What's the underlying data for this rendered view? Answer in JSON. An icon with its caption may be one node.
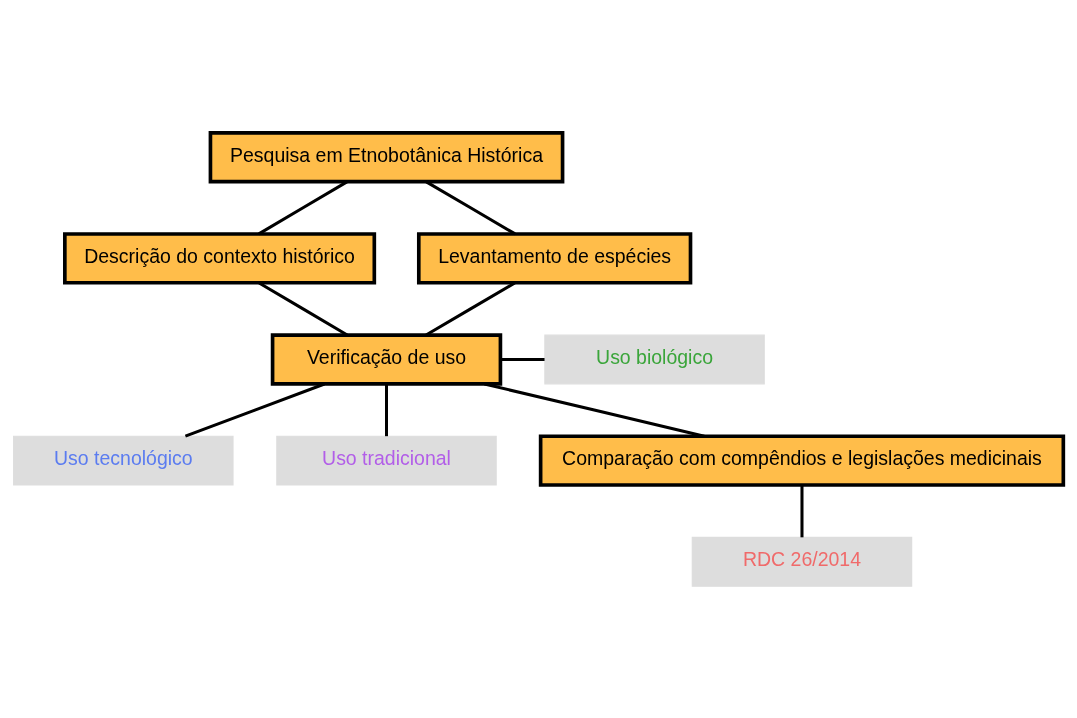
{
  "diagram": {
    "nodes": [
      {
        "text": [
          "Pesquisa em Etnobotânica Histórica"
        ]
      },
      {
        "text": [
          "Descrição do contexto histórico"
        ]
      },
      {
        "text": [
          "Levantamento de espécies"
        ]
      },
      {
        "text": [
          "Verificação de uso"
        ]
      },
      {
        "text": [
          "Uso tecnológico"
        ]
      },
      {
        "text": [
          "Uso biológico"
        ]
      },
      {
        "text": [
          "Uso tradicional"
        ]
      },
      {
        "text": [
          "Comparação com compêndios e legislações medicinais"
        ]
      },
      {
        "text": [
          "RDC 26/2014"
        ]
      }
    ],
    "edges": [
      {
        "from": 0,
        "to": 1,
        "arrow": "none"
      },
      {
        "from": 0,
        "to": 2,
        "arrow": "none"
      },
      {
        "from": 1,
        "to": 3,
        "arrow": "none"
      },
      {
        "from": 2,
        "to": 3,
        "arrow": "none"
      },
      {
        "from": 3,
        "to": 4,
        "arrow": "none"
      },
      {
        "from": 3,
        "to": 5,
        "arrow": "none"
      },
      {
        "from": 3,
        "to": 6,
        "arrow": "none"
      },
      {
        "from": 3,
        "to": 7,
        "arrow": "none"
      },
      {
        "from": 7,
        "to": 8,
        "arrow": "none"
      }
    ]
  }
}
